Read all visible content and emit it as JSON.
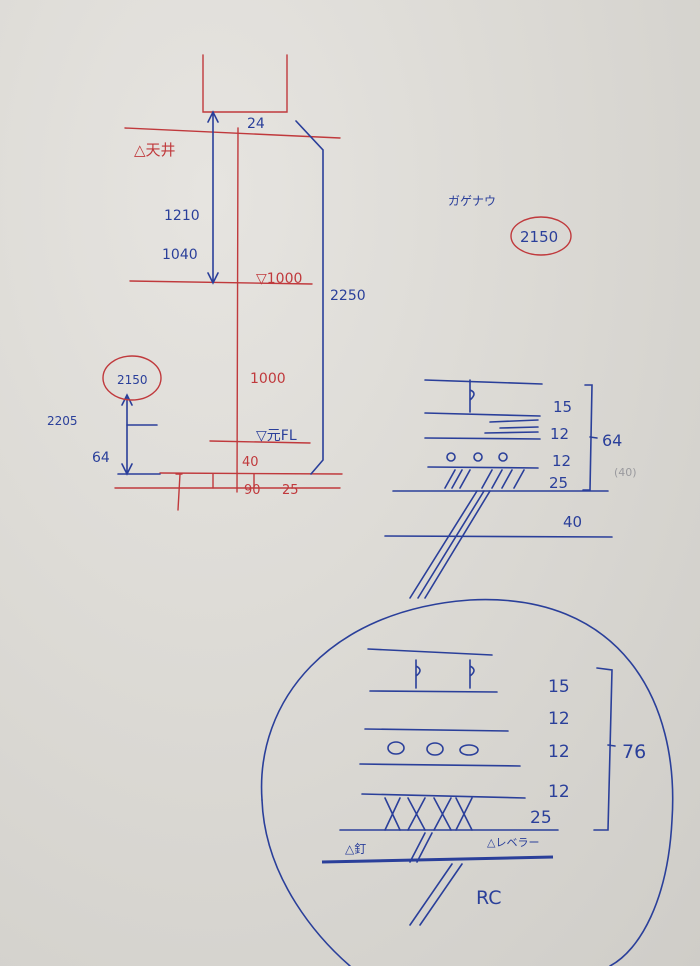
{
  "colors": {
    "wall": "#d9d7d2",
    "blue_ink": "#2a3f9a",
    "red_ink": "#c0393c"
  },
  "section_left": {
    "top_dim": "24",
    "ceiling_label": "△天井",
    "dim_1210": "1210",
    "dim_1040": "1040",
    "level_1000": "▽1000",
    "dim_2250": "2250",
    "circled_2150": "2150",
    "dim_2205": "2205",
    "dim_64": "64",
    "dim_1000": "1000",
    "floor_label": "▽元FL",
    "dim_40": "40",
    "dim_90": "90",
    "dim_25": "25"
  },
  "note_top_right": {
    "label": "ガゲナウ",
    "circled_value": "2150"
  },
  "detail_upper": {
    "layers": [
      "15",
      "12",
      "12",
      "25"
    ],
    "total": "64",
    "note": "(40)",
    "base": "40"
  },
  "detail_lower": {
    "layers": [
      "15",
      "12",
      "12",
      "12",
      "25"
    ],
    "total": "76",
    "nail_label": "△釘",
    "leveler_label": "△レベラー",
    "substrate": "RC"
  }
}
